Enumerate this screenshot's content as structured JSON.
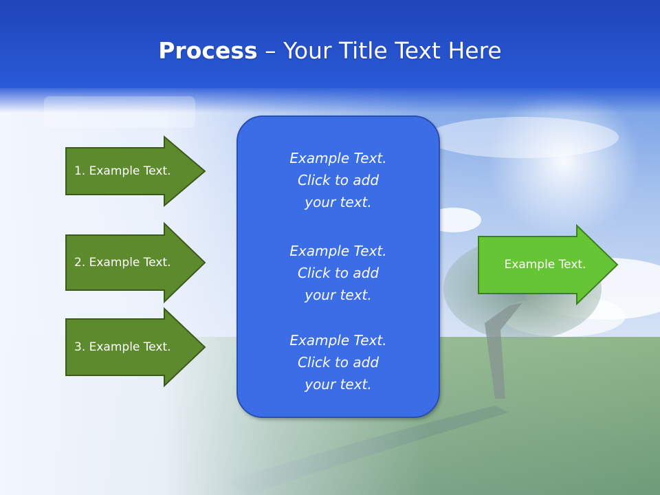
{
  "slide": {
    "title_bold": "Process",
    "title_rest": " – Your Title Text Here"
  },
  "left_steps": [
    {
      "label": "1. Example Text."
    },
    {
      "label": "2. Example Text."
    },
    {
      "label": "3. Example Text."
    }
  ],
  "center_box": {
    "paragraphs": [
      {
        "lines": [
          "Example Text.",
          "Click  to add",
          "your text."
        ]
      },
      {
        "lines": [
          "Example Text.",
          "Click  to add",
          "your text."
        ]
      },
      {
        "lines": [
          "Example Text.",
          "Click  to add",
          "your text."
        ]
      }
    ]
  },
  "output_arrow": {
    "label": "Example Text."
  },
  "colors": {
    "header_blue": "#2050cc",
    "step_arrow_fill": "#5e8a2e",
    "step_arrow_border": "#3b5a1a",
    "output_arrow_fill": "#66c534",
    "output_arrow_border": "#3d7f1c",
    "box_fill": "#3b6de6",
    "box_border": "#2a4fad"
  }
}
